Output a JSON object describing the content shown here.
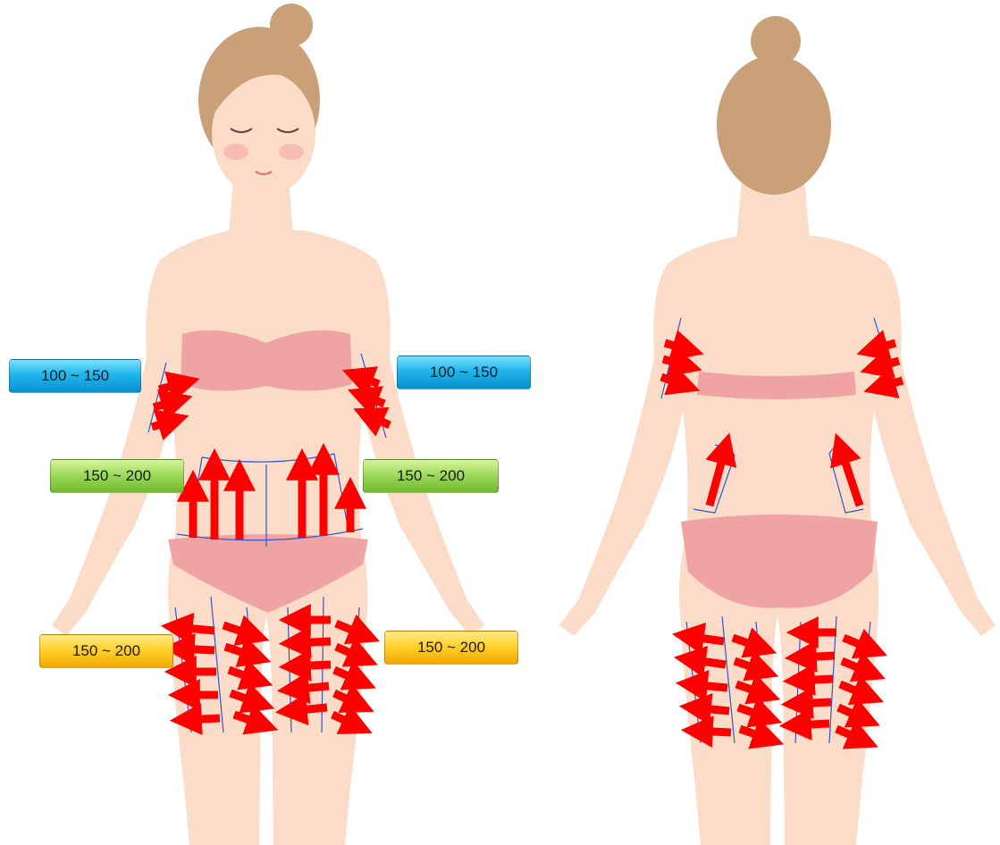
{
  "labels": {
    "upper_arm_left": "100 ~ 150",
    "upper_arm_right": "100 ~ 150",
    "abdomen_left": "150 ~ 200",
    "abdomen_right": "150 ~ 200",
    "thigh_left": "150 ~ 200",
    "thigh_right": "150 ~ 200"
  },
  "colors": {
    "skin": "#fbdcc8",
    "skin_shadow": "#f3c9b1",
    "hair": "#c9a077",
    "underwear": "#f0a3a3",
    "arrow": "#ff0000",
    "guide_line": "#3355cc",
    "blue_label": "#1fb6ec",
    "green_label": "#9fdb5c",
    "yellow_label": "#ffd12e"
  }
}
